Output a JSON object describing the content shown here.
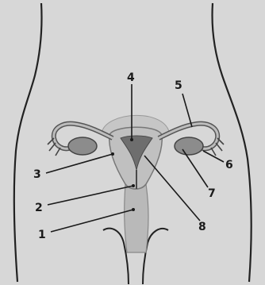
{
  "diagram": {
    "labels": {
      "l1": "1",
      "l2": "2",
      "l3": "3",
      "l4": "4",
      "l5": "5",
      "l6": "6",
      "l7": "7",
      "l8": "8"
    },
    "colors": {
      "background": "#d7d7d7",
      "outline": "#222222",
      "organ_fill": "#bdbdbd",
      "organ_dark": "#8e8e8e",
      "bladder_fill": "#c8c8c8"
    }
  }
}
